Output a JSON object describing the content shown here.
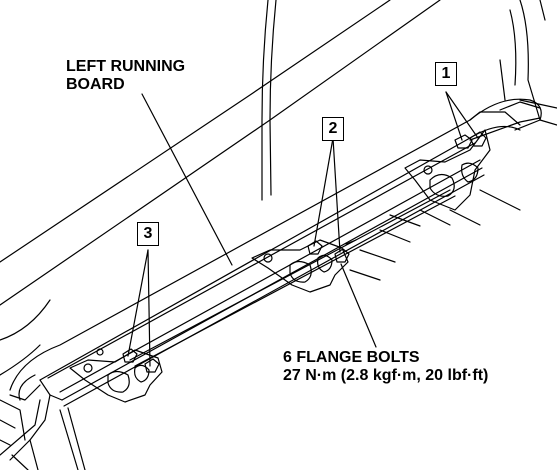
{
  "title": {
    "line1": "LEFT RUNNING",
    "line2": "BOARD"
  },
  "callouts": [
    "1",
    "2",
    "3"
  ],
  "spec": {
    "line1": "6 FLANGE BOLTS",
    "line2": "27 N·m (2.8 kgf·m, 20 lbf·ft)"
  },
  "colors": {
    "line": "#000000",
    "background": "#ffffff"
  }
}
